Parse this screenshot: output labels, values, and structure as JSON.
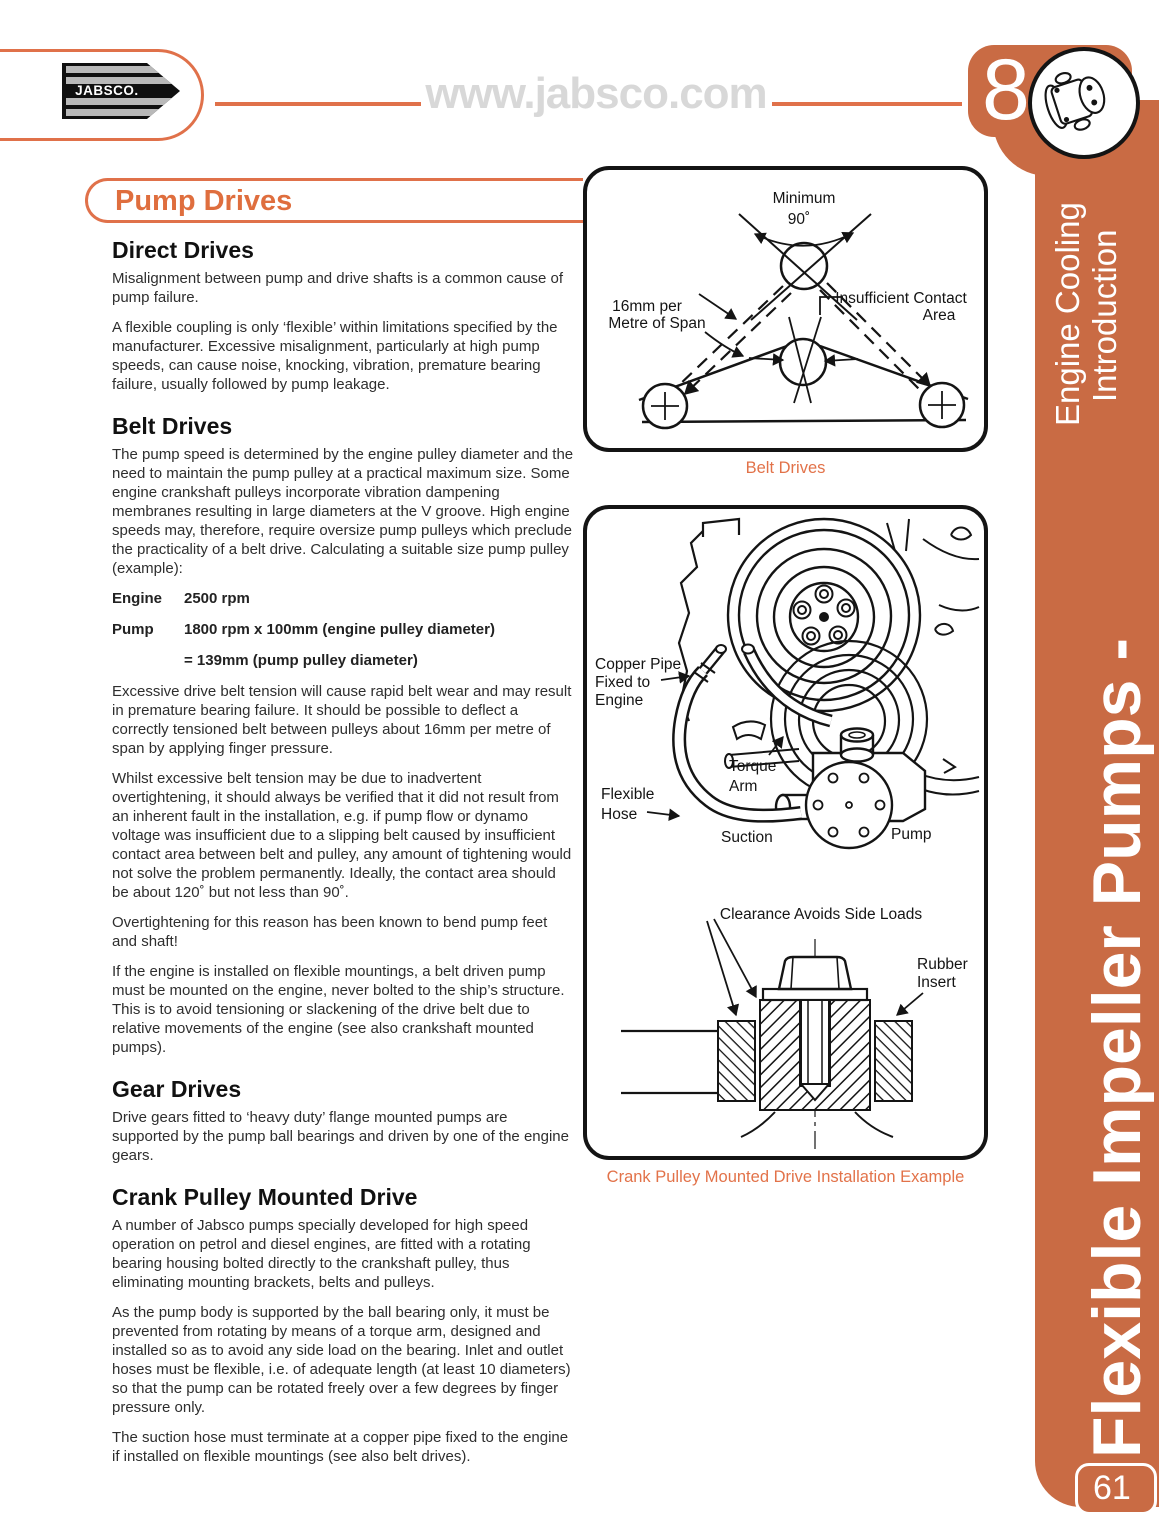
{
  "colors": {
    "accent_border": "#E0714A",
    "accent_heading": "#DF6E3E",
    "accent_caption": "#E27249",
    "sidebar_orange": "#C96B44",
    "url_gray": "#D8D8D8",
    "ink": "#141414"
  },
  "header": {
    "logo_text": "JABSCO.",
    "url": "www.jabsco.com",
    "section_number": "8"
  },
  "sidebar": {
    "title_large": "Flexible Impeller Pumps -",
    "subtitle_line1": "Engine Cooling",
    "subtitle_line2": "Introduction",
    "page_number": "61"
  },
  "page_title": "Pump Drives",
  "content": {
    "h_direct": "Direct Drives",
    "p1": "Misalignment between pump and drive shafts is a common cause of pump failure.",
    "p2": "A flexible coupling is only ‘flexible’ within limitations specified by the manufacturer.  Excessive misalignment, particularly at high pump speeds, can cause noise, knocking, vibration, premature bearing failure, usually followed by pump leakage.",
    "h_belt": "Belt Drives",
    "p3": "The pump speed is determined by the engine pulley diameter and the need to maintain the pump pulley at a practical maximum size.  Some engine crankshaft pulleys incorporate vibration dampening membranes resulting in large diameters at the V groove. High engine speeds may, therefore, require oversize pump pulleys which preclude the practicality of a belt drive. Calculating a suitable size pump pulley (example):",
    "ex_engine_label": "Engine",
    "ex_engine_value": "2500 rpm",
    "ex_pump_label": "Pump",
    "ex_pump_value": "1800 rpm x 100mm (engine pulley diameter)",
    "ex_result": "= 139mm (pump pulley diameter)",
    "p4": "Excessive drive belt tension will cause rapid belt wear and may result in premature bearing failure. It should be possible to deflect a correctly tensioned belt between pulleys about 16mm per metre of span by applying finger pressure.",
    "p5": "Whilst excessive belt tension may be due to inadvertent overtightening, it should always be verified that it did not result from an inherent fault in the installation, e.g. if pump flow or dynamo voltage was insufficient due to a slipping belt caused by insufficient contact area between belt and pulley, any amount of tightening would not solve the problem permanently.  Ideally, the contact area should be about 120˚ but not less than 90˚.",
    "p6": "Overtightening for this reason has been known to bend pump feet and shaft!",
    "p7": "If the engine is installed on flexible mountings, a belt driven pump must be mounted on the engine, never bolted to the ship’s structure. This is to avoid tensioning or slackening of the drive belt due to relative movements of the engine (see also crankshaft mounted pumps).",
    "h_gear": "Gear Drives",
    "p8": "Drive gears fitted to ‘heavy duty’ flange mounted pumps are supported by the pump ball bearings and driven by one of the engine gears.",
    "h_crank": "Crank Pulley Mounted Drive",
    "p9": "A number of Jabsco pumps specially developed for high speed operation on petrol and diesel engines, are fitted with a rotating bearing housing bolted directly to the crankshaft pulley, thus eliminating mounting brackets, belts and pulleys.",
    "p10": "As the pump body is supported by the ball bearing only, it must be prevented from rotating by means of a torque arm, designed and installed so as to avoid any side load on the bearing.   Inlet and outlet hoses must be flexible, i.e. of adequate length (at least 10 diameters) so that the pump can be rotated freely over a few degrees by finger pressure only.",
    "p11": "The suction hose must terminate at a copper pipe fixed to the engine if installed on flexible mountings (see also belt drives)."
  },
  "figure1": {
    "caption": "Belt Drives",
    "label_minimum": "Minimum",
    "label_angle": "90˚",
    "label_deflection_1": "16mm per",
    "label_deflection_2": "Metre of Span",
    "label_contact_1": "Insufficient Contact",
    "label_contact_2": "Area"
  },
  "figure2": {
    "caption": "Crank Pulley Mounted Drive Installation Example",
    "label_copper_1": "Copper Pipe",
    "label_copper_2": "Fixed to",
    "label_copper_3": "Engine",
    "label_torque_1": "Torque",
    "label_torque_2": "Arm",
    "label_flexible_1": "Flexible",
    "label_flexible_2": "Hose",
    "label_suction": "Suction",
    "label_pump": "Pump",
    "label_clearance": "Clearance Avoids Side Loads",
    "label_rubber_1": "Rubber",
    "label_rubber_2": "Insert"
  }
}
